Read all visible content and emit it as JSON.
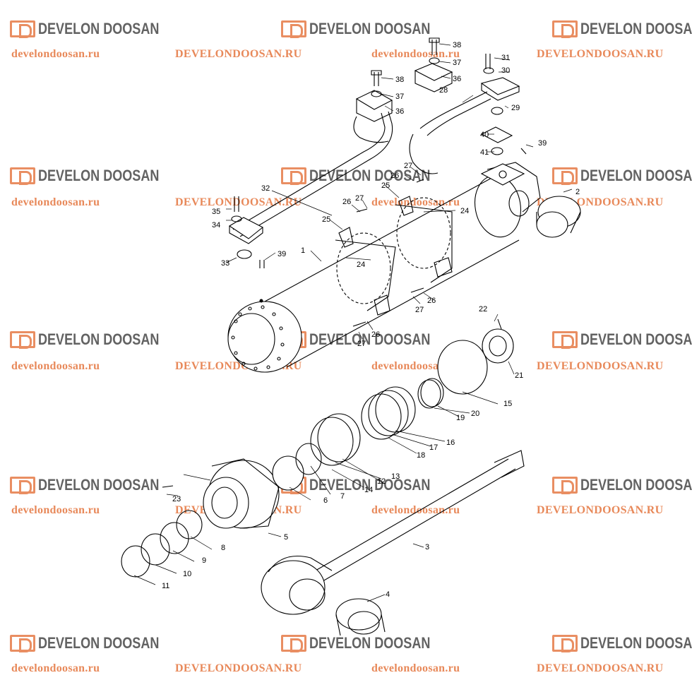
{
  "watermark": {
    "brand": "DEVELON DOOSAN",
    "url_lower": "develondoosan.ru",
    "url_upper": "DEVELONDOOSAN.RU",
    "accent": "#e8895a",
    "text_color": "#5a5a5a"
  },
  "parts": {
    "p1": "1",
    "p2": "2",
    "p3": "3",
    "p4": "4",
    "p5": "5",
    "p6": "6",
    "p7": "7",
    "p8": "8",
    "p9": "9",
    "p10": "10",
    "p11": "11",
    "p12": "12",
    "p13": "13",
    "p14": "14",
    "p15": "15",
    "p16": "16",
    "p17": "17",
    "p18": "18",
    "p19": "19",
    "p20": "20",
    "p21": "21",
    "p22": "22",
    "p23": "23",
    "p24": "24",
    "p25": "25",
    "p26": "26",
    "p27": "27",
    "p28": "28",
    "p29": "29",
    "p30": "30",
    "p31": "31",
    "p32": "32",
    "p33": "33",
    "p34": "34",
    "p35": "35",
    "p36": "36",
    "p37": "37",
    "p38": "38",
    "p39": "39",
    "p40": "40",
    "p41": "41"
  }
}
